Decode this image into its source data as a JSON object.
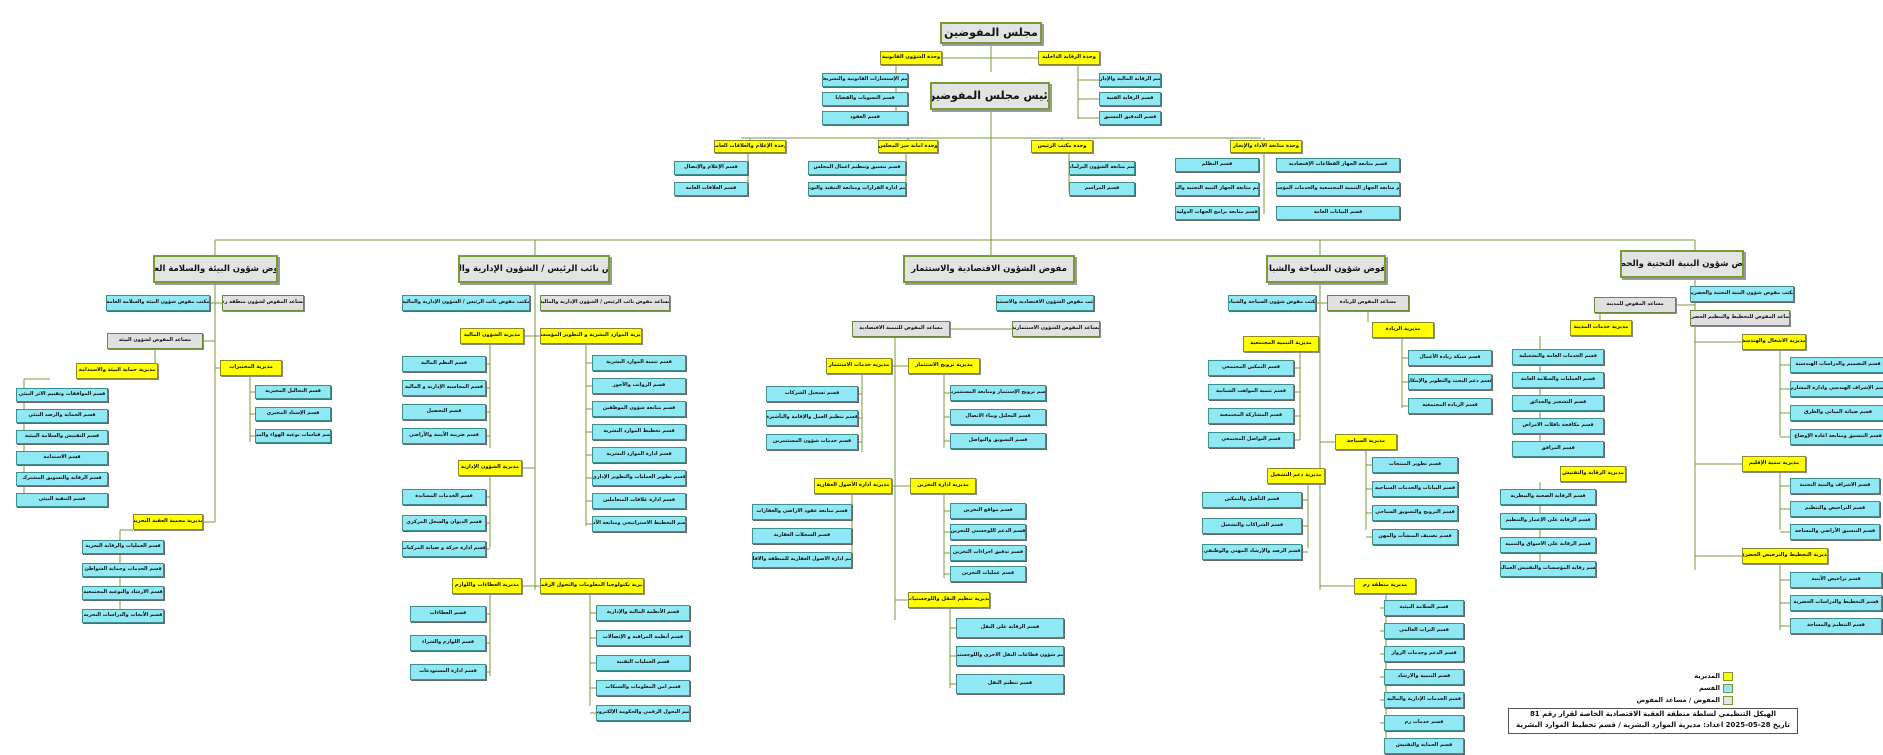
{
  "colors": {
    "commissioner": "#e3e3e3",
    "directorate": "#ffff00",
    "section": "#8fe8f4",
    "line": "#7a9a3a"
  },
  "top": {
    "council": "مجلس المفوضين",
    "legal_unit": "وحدة الشؤون القانونية",
    "audit_unit": "وحدة الرقابة الداخلية",
    "legal_secs": [
      "قسم الإستشارات القانونية والتشريعات",
      "قسم التسويات والقضايا",
      "قسم العقود"
    ],
    "audit_secs": [
      "قسم الرقابة المالية والإدارية",
      "قسم الرقابة الفنية",
      "قسم التدقيق المسبق"
    ],
    "chairman": "رئيس مجلس المفوضين",
    "media_unit": "وحدة الإعلام والعلاقات العامة",
    "media_secs": [
      "قسم الإعلام والإتصال",
      "قسم العلاقات العامة"
    ],
    "council_sec_unit": "وحدة امانة سر المجلس",
    "council_sec_secs": [
      "قسم تنسيق وتنظيم اعمال المجلس",
      "قسم ادارة القرارات ومتابعة التنفيذ والتوثيق"
    ],
    "office_unit": "وحدة مكتب الرئيس",
    "office_secs": [
      "قسم متابعة الشؤون البرلمانية",
      "قسم المراسم"
    ],
    "perf_unit": "وحدة متابعة الأداء والإنجاز",
    "perf_secs_left": [
      "قسم التظلم",
      "قسم متابعة الجهاز البنية التحتية والبيئة",
      "قسم متابعة برامج الجهات الدولية"
    ],
    "perf_secs_right": [
      "قسم متابعة الجهاز القطاعات الإقتصادية",
      "قسم متابعة الجهاز التنمية المجتمعية والخدمات المؤسسية",
      "قسم البيانات العامة"
    ]
  },
  "env": {
    "title": "مفوض شؤون البيئة والسلامة العامة",
    "office": "مكتب مفوض شؤون البيئة والسلامة العامة",
    "asst_rum": "مساعد المفوض لشؤون منطقة رم",
    "asst_env": "مساعد المفوض لشؤون البيئة",
    "protect_dir": "مديرية حماية البيئة والاستدامة",
    "protect_secs": [
      "قسم الموافقات وتقييم الاثر البيئي",
      "قسم الحماية والرصد البيئي",
      "قسم التفتيش والسلامة البيئية",
      "قسم الاستدامة",
      "قسم الرقابة والتسويق المشترك",
      "قسم التنقية البيئي"
    ],
    "labs_dir": "مديرية المختبرات",
    "labs_secs": [
      "قسم التحاليل المخبرية",
      "قسم الإسناد المخبري",
      "قسم قياسات نوعية الهواء والمياه"
    ],
    "marine_dir": "مديرية محمية العقبة البحرية",
    "marine_secs": [
      "قسم العمليات والرقابة البحرية",
      "قسم الخدمات وحماية الشواطئ",
      "قسم الارشاد والتوعية المجتمعية",
      "قسم الأبحاث والدراسات البحرية"
    ]
  },
  "admin": {
    "title": "مفوض نائب الرئيس / الشؤون الإدارية والمالية",
    "office": "مكتب مفوض نائب الرئيس / الشؤون الإدارية والمالية",
    "asst": "مساعد مفوض نائب الرئيس / الشؤون الإدارية والمالية",
    "fin_dir": "مديرية الشؤون المالية",
    "fin_secs": [
      "قسم النظم المالية",
      "قسم المحاسبة الإدارية و المالية",
      "قسم التحصيل",
      "قسم ضريبة الأبنية والأراضي"
    ],
    "hr_dir": "مديرية الموارد البشرية و التطوير المؤسسي",
    "hr_secs": [
      "قسم تنمية الموارد البشرية",
      "قسم الرواتب والأجور",
      "قسم متابعة شؤون الموظفين",
      "قسم تخطيط الموارد البشرية",
      "قسم ادارة الموارد البشرية",
      "قسم تطوير العمليات والتطوير الإداري",
      "قسم ادارة علاقات المتعاملين",
      "قسم التخطيط الاستراتيجي ومتابعة الأداء"
    ],
    "adm_dir": "مديرية الشؤون الإدارية",
    "adm_secs": [
      "قسم الخدمات المساندة",
      "قسم الديوان والسجل المركزي",
      "قسم ادارة حركة و صيانة المركبات"
    ],
    "proc_dir": "مديرية العطاءات واللوازم",
    "proc_secs": [
      "قسم العطاءات",
      "قسم اللوازم والشراء",
      "قسم ادارة المستودعات"
    ],
    "it_dir": "مديرية تكنولوجيا المعلومات والتحول الرقمي",
    "it_secs": [
      "قسم الأنظمة المالية والإدارية",
      "قسم أنظمة المراقبة و الإتصالات",
      "قسم العمليات التقنية",
      "قسم امن المعلومات والشبكات",
      "قسم التحول الرقمي والحكومة الإلكترونية"
    ]
  },
  "econ": {
    "title": "مفوض الشؤون الاقتصادية والاستثمار",
    "office": "مكتب مفوض الشؤون الاقتصادية والاستثمار",
    "asst_dev": "مساعد المفوض للتنمية الاقتصادية",
    "asst_inv": "مساعد المفوض للشؤون الاستثمارية",
    "invserv_dir": "مديرية خدمات الاستثمار",
    "invserv_secs": [
      "قسم تسجيل الشركات",
      "قسم تنظيم العمل والإقامة والتأشيرة",
      "قسم خدمات شؤون المستثمرين"
    ],
    "promo_dir": "مديرية ترويج الاستثمار",
    "promo_secs": [
      "قسم ترويج الإستثمار ومتابعة المستثمرين",
      "قسم التحليل وبناء الاتصال",
      "قسم التسويق والتواصل"
    ],
    "land_dir": "مديرية ادارة الأصول العقارية",
    "land_secs": [
      "قسم متابعة عقود الاراضي والعقارات",
      "قسم السجلات العقارية",
      "قسم ادارة الاصول العقارية للمنطقة والاقليم"
    ],
    "customs_dir": "مديرية ادارة التخزين",
    "customs_secs": [
      "قسم مواقع التخزين",
      "قسم الدعم اللوجستي للتخزين",
      "قسم تدقيق اجراءات التخزين",
      "قسم عمليات التخزين"
    ],
    "transport_dir": "مديرية تنظيم النقل واللوجستيات",
    "transport_secs": [
      "قسم الرقابة على النقل",
      "قسم شؤون قطاعات النقل الاخرى واللوجستيات",
      "قسم تنظيم النقل"
    ]
  },
  "tour": {
    "title": "مفوض شؤون السياحة والشباب",
    "office": "مكتب مفوض شؤون السياحة والشباب",
    "asst": "مساعد المفوض للريادة",
    "social_dir": "مديرية التنمية المجتمعية",
    "social_secs": [
      "قسم التمكين المجتمعي",
      "قسم تنمية المواهب الشبابية",
      "قسم المشاركة المجتمعية",
      "قسم التواصل المجتمعي"
    ],
    "entre_dir": "مديرية الريادة",
    "entre_secs": [
      "قسم شبكة ريادة الأعمال",
      "قسم دعم البحث والتطوير والإبتكار",
      "قسم الريادة المجتمعية"
    ],
    "tourism_dir": "مديرية السياحة",
    "tourism_secs": [
      "قسم تطوير المنتجات",
      "قسم البيانات والخدمات السياحية",
      "قسم الترويج والتسويق السياحي",
      "قسم تصنيف المنشآت والمهن"
    ],
    "employ_dir": "مديرية دعم التشغيل",
    "employ_secs": [
      "قسم التأهيل والتمكين",
      "قسم الشراكات والتشغيل",
      "قسم الرصد والإرشاد المهني والوظيفي"
    ],
    "rum_dir": "مديرية منطقة رم",
    "rum_secs": [
      "قسم السلامة البيئية",
      "قسم التراث العالمي",
      "قسم الدعم وخدمات الزوار",
      "قسم التنمية والارشاد",
      "قسم الخدمات الإدارية والمالية",
      "قسم خدمات رم",
      "قسم الحماية والتفتيش"
    ]
  },
  "infra": {
    "title": "مفوض شؤون البنية التحتية والحضرية",
    "office": "مكتب مفوض شؤون البنية التحتية والحضرية",
    "asst_city": "مساعد المفوض للمدينة",
    "asst_plan": "مساعد المفوض للتخطيط والتنظيم الحضري",
    "city_dir": "مديرية خدمات المدينة",
    "city_secs": [
      "قسم الخدمات العامة والتشغيلية",
      "قسم العمليات والسلامة العامة",
      "قسم التشجير والحدائق",
      "قسم مكافحة ناقلات الامراض",
      "قسم المرافق"
    ],
    "works_dir": "مديرية الاشغال والهندسة",
    "works_secs": [
      "قسم التصميم والدراسات الهندسية",
      "قسم الإشراف الهندسي وادارة المشاريع",
      "قسم صيانة المباني والطرق",
      "قسم التنسيق ومتابعة اعادة الإوضاع"
    ],
    "control_dir": "مديرية الرقابة والتفتيش",
    "control_secs": [
      "قسم الرقابة الصحية والبيطرية",
      "قسم الرقابة على الإعمار والتنظيم",
      "قسم الرقابة على الاسواق والتنمية",
      "قسم رقابة المؤسسات والتفتيش العمالي"
    ],
    "region_dir": "مديرية تنمية الإقليم",
    "region_secs": [
      "قسم الاشراف والبنية التحتية",
      "قسم التراخيص والتنظيم",
      "قسم التنسيق الأراضي والمساحة"
    ],
    "urban_dir": "مديرية التخطيط والترخيص الحضري",
    "urban_secs": [
      "قسم تراخيص الأبنية",
      "قسم التخطيط والدراسات الحضرية",
      "قسم التنظيم والمساحة"
    ]
  },
  "legend": {
    "directorate": "المديرية",
    "section": "القسم",
    "commissioner": "المفوض / مساعد المفوض"
  },
  "footer": {
    "line1": "الهيكل التنظيمي لسلطة منطقة العقبة الاقتصادية الخاصة لقرار رقم 81",
    "line2": "تاريخ 28-05-2025    اعداد: مديرية الموارد البشرية / قسم تخطيط الموارد البشرية"
  }
}
